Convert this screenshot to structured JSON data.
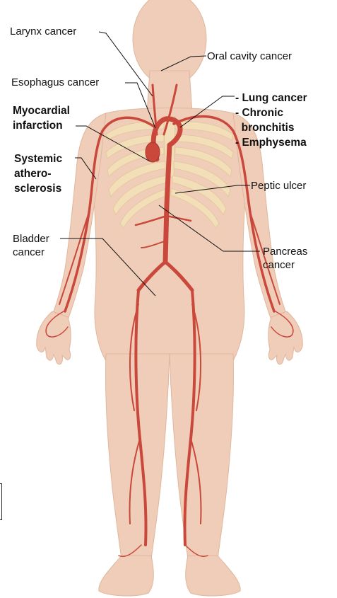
{
  "labels": {
    "larynx": "Larynx cancer",
    "oral_cavity": "Oral cavity cancer",
    "esophagus": "Esophagus cancer",
    "myocardial": "Myocardial\ninfarction",
    "lung_group": "- Lung cancer\n- Chronic\n  bronchitis\n- Emphysema",
    "systemic": "Systemic\nathero-\nsclerosis",
    "peptic": "Peptic ulcer",
    "bladder": "Bladder\ncancer",
    "pancreas": "Pancreas\ncancer"
  },
  "colors": {
    "skin": "#f0cdb8",
    "skin_shadow": "#e2b59c",
    "artery": "#c9483b",
    "artery_dark": "#a8352b",
    "ribcage": "#f3e1b8",
    "text": "#111111"
  }
}
